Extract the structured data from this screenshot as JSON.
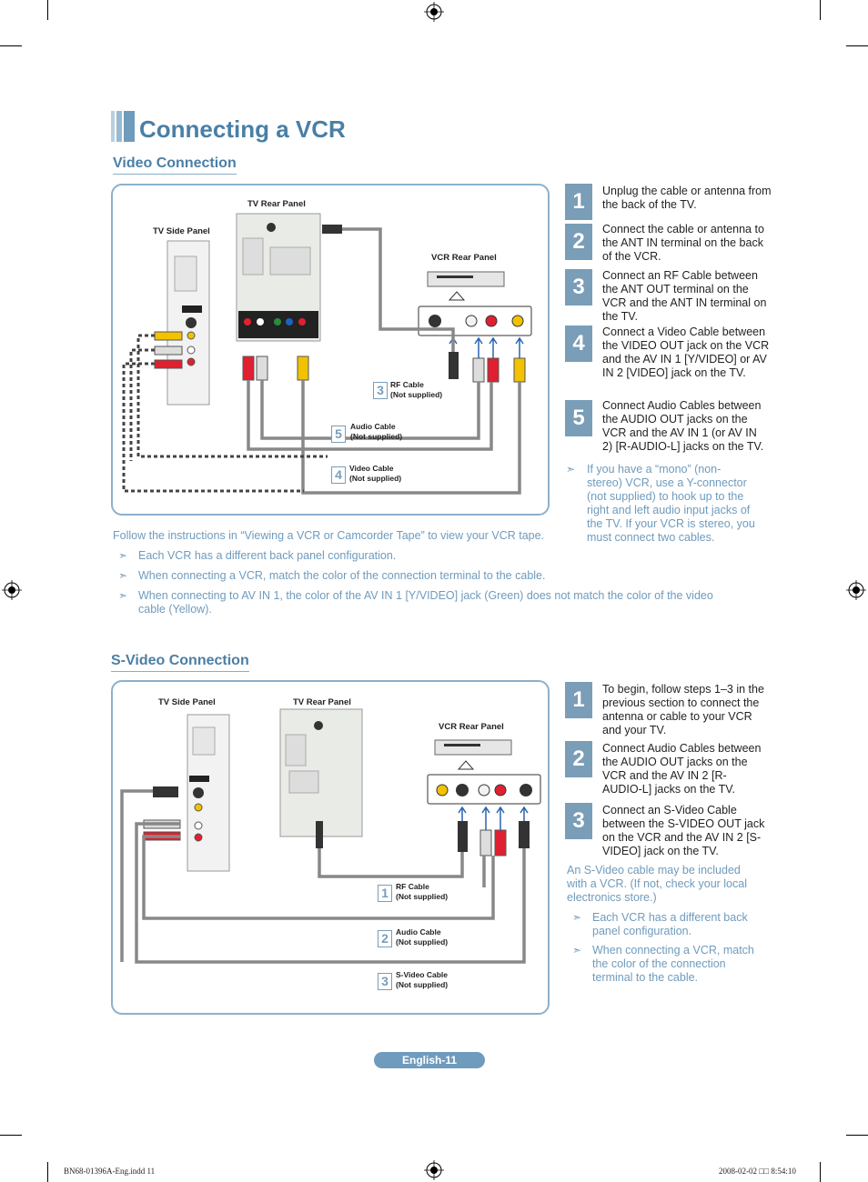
{
  "page": {
    "title": "Connecting a VCR",
    "page_number": "English-11",
    "footer_left": "BN68-01396A-Eng.indd   11",
    "footer_right": "2008-02-02   □□ 8:54:10"
  },
  "video_section": {
    "heading": "Video Connection",
    "labels": {
      "tv_rear_panel": "TV Rear Panel",
      "tv_side_panel": "TV Side Panel",
      "vcr_rear_panel": "VCR Rear Panel"
    },
    "cables": [
      {
        "num": "3",
        "name": "RF Cable",
        "note": "(Not supplied)"
      },
      {
        "num": "5",
        "name": "Audio Cable",
        "note": "(Not supplied)"
      },
      {
        "num": "4",
        "name": "Video Cable",
        "note": "(Not supplied)"
      }
    ],
    "steps": [
      {
        "num": "1",
        "text": "Unplug the cable or antenna from the back of the TV."
      },
      {
        "num": "2",
        "text": "Connect the cable or antenna to the ANT IN terminal on the back of the VCR."
      },
      {
        "num": "3",
        "text": "Connect an RF Cable between the ANT OUT terminal on the VCR and the ANT IN terminal on the TV."
      },
      {
        "num": "4",
        "text": "Connect a Video Cable between the VIDEO OUT jack on the VCR and the AV IN 1 [Y/VIDEO] or AV IN 2 [VIDEO] jack on the TV."
      },
      {
        "num": "5",
        "text": "Connect Audio Cables between the AUDIO OUT jacks on the VCR and the AV IN 1 (or AV IN 2) [R-AUDIO-L] jacks on the TV."
      }
    ],
    "side_note": "If you have a “mono” (non-stereo) VCR, use a Y-connector (not supplied) to hook up to the right and left audio input jacks of the TV. If your VCR is stereo, you must connect two cables.",
    "follow_text": "Follow the instructions in “Viewing a VCR or Camcorder Tape” to view your VCR tape.",
    "notes": [
      "Each VCR has a different back panel configuration.",
      "When connecting a VCR, match the color of the connection terminal to the cable.",
      "When connecting to AV IN 1, the color of the AV IN 1 [Y/VIDEO] jack (Green) does not match the color of the video cable (Yellow)."
    ]
  },
  "svideo_section": {
    "heading": "S-Video Connection",
    "labels": {
      "tv_side_panel": "TV Side Panel",
      "tv_rear_panel": "TV Rear Panel",
      "vcr_rear_panel": "VCR Rear Panel"
    },
    "cables": [
      {
        "num": "1",
        "name": "RF Cable",
        "note": "(Not supplied)"
      },
      {
        "num": "2",
        "name": "Audio Cable",
        "note": "(Not supplied)"
      },
      {
        "num": "3",
        "name": "S-Video Cable",
        "note": "(Not supplied)"
      }
    ],
    "steps": [
      {
        "num": "1",
        "text": "To begin, follow steps 1–3 in the previous section to connect the antenna or cable to your VCR and your TV."
      },
      {
        "num": "2",
        "text": "Connect Audio Cables between the AUDIO OUT jacks on the VCR and the AV IN 2 [R-AUDIO-L] jacks on the TV."
      },
      {
        "num": "3",
        "text": "Connect an S-Video Cable between the S-VIDEO OUT jack on the VCR and the AV IN 2 [S-VIDEO] jack on the TV."
      }
    ],
    "intro_note": "An S-Video cable may be included with a VCR. (If not, check your local electronics store.)",
    "notes": [
      "Each VCR has a different back panel configuration.",
      "When connecting a VCR, match the color of the connection terminal to the cable."
    ]
  },
  "colors": {
    "accent": "#4a7fa6",
    "step_box": "#7a9db8",
    "note_text": "#6f9bbd",
    "panel_border": "#8db0cc"
  }
}
